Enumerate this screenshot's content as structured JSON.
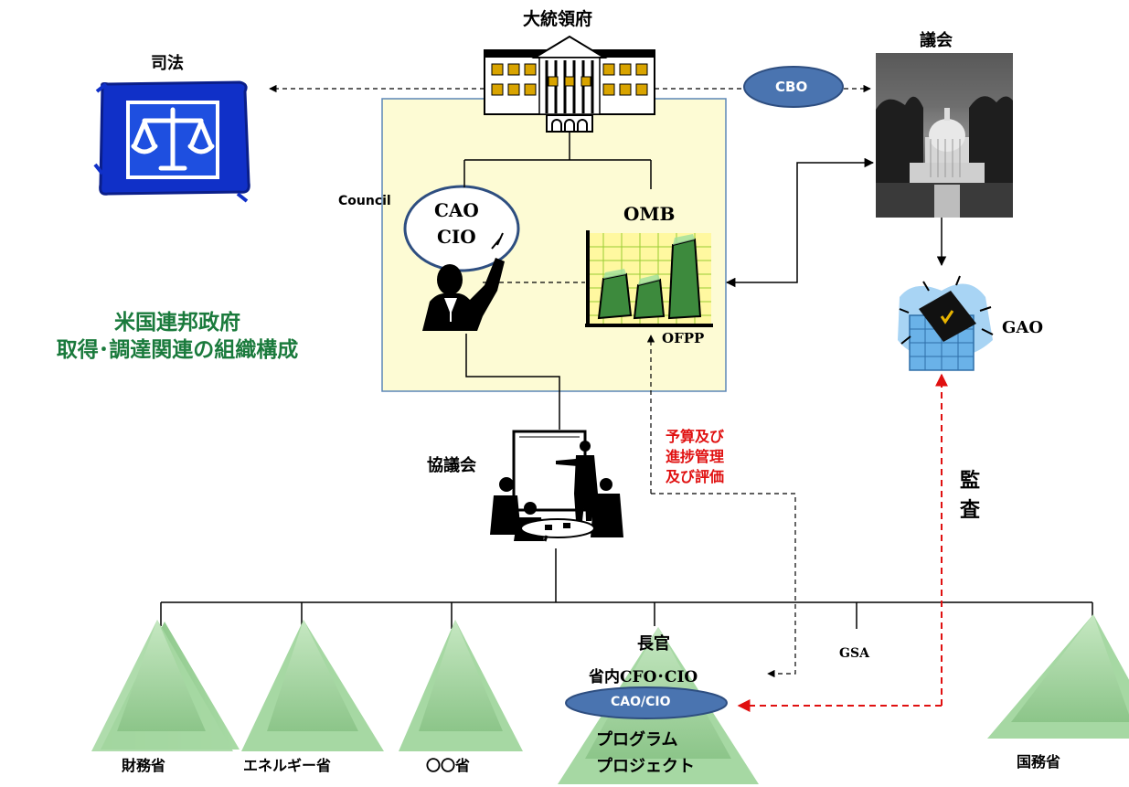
{
  "title": {
    "line1": "米国連邦政府",
    "line2": "取得･調達関連の組織構成"
  },
  "nodes": {
    "president": "大統領府",
    "judiciary": "司法",
    "congress": "議会",
    "cbo": "CBO",
    "council": "Council",
    "cao": "CAO",
    "cio": "CIO",
    "omb": "OMB",
    "ofpp": "OFPP",
    "gao": "GAO",
    "kyogikai": "協議会",
    "budget_line1": "予算及び",
    "budget_line2": "進捗管理",
    "budget_line3": "及び評価",
    "audit_line1": "監",
    "audit_line2": "査",
    "chokan": "長官",
    "shonai": "省内CFO･CIO",
    "cao_cio": "CAO/CIO",
    "program": "プログラム",
    "project": "プロジェクト",
    "gsa": "GSA"
  },
  "departments": [
    "財務省",
    "エネルギー省",
    "〇〇省",
    "国務省"
  ],
  "colors": {
    "title_green": "#1a7a3c",
    "eop_box_fill": "#fdfbd4",
    "eop_box_border": "#5b86b7",
    "ellipse_fill": "#4a74b0",
    "red_arrow": "#e01010",
    "pyramid_green": "#9fd29c"
  }
}
